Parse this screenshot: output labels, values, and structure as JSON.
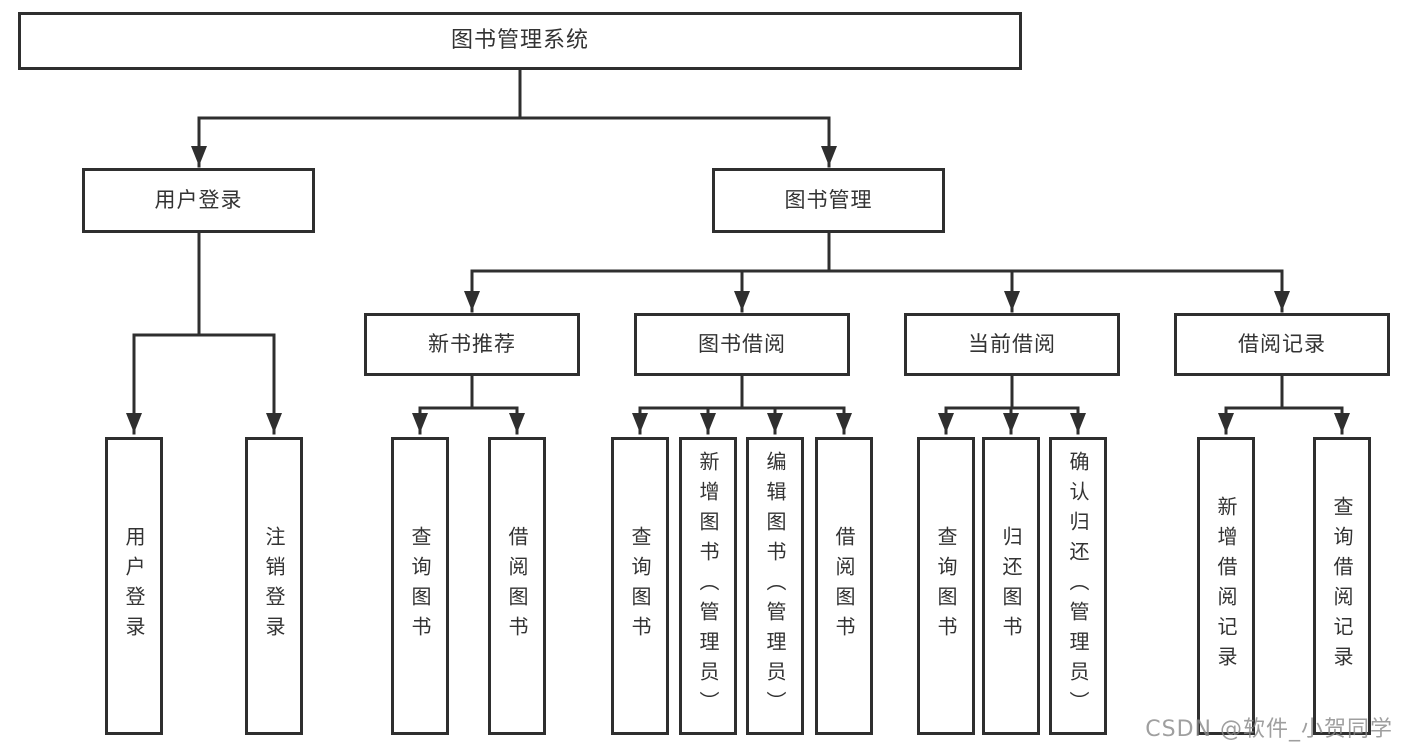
{
  "tree": {
    "root": "图书管理系统",
    "level2": [
      {
        "label": "用户登录",
        "leaves": [
          "用户登录",
          "注销登录"
        ]
      },
      {
        "label": "图书管理",
        "children": [
          {
            "label": "新书推荐",
            "leaves": [
              "查询图书",
              "借阅图书"
            ]
          },
          {
            "label": "图书借阅",
            "leaves": [
              "查询图书",
              "新增图书（管理员）",
              "编辑图书（管理员）",
              "借阅图书"
            ]
          },
          {
            "label": "当前借阅",
            "leaves": [
              "查询图书",
              "归还图书",
              "确认归还（管理员）"
            ]
          },
          {
            "label": "借阅记录",
            "leaves": [
              "新增借阅记录",
              "查询借阅记录"
            ]
          }
        ]
      }
    ]
  },
  "watermark": "CSDN @软件_小贺同学",
  "colors": {
    "line": "#2f2f2f",
    "text": "#333333",
    "background": "#ffffff",
    "watermark": "#8a8a8a"
  }
}
